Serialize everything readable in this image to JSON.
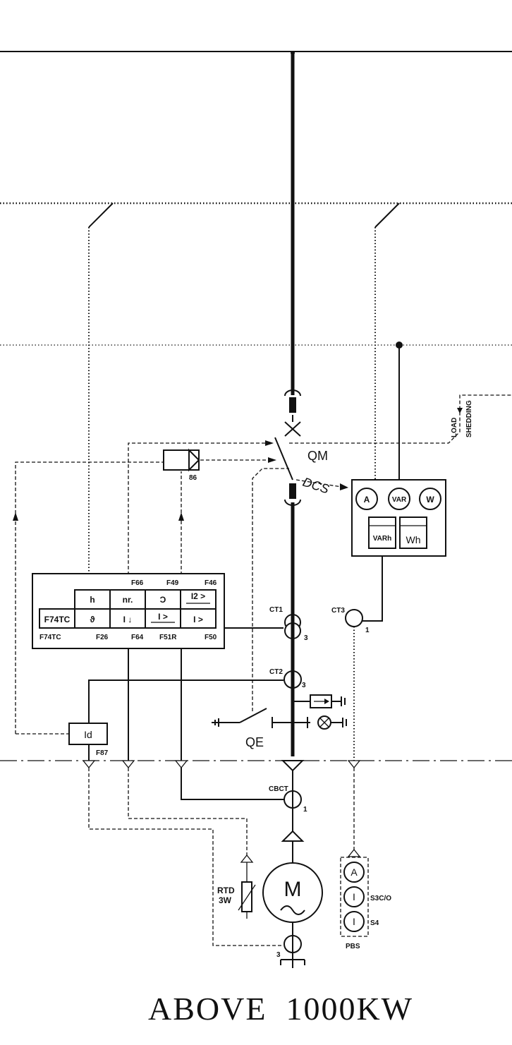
{
  "labels": {
    "qm": "QM",
    "dcs": "DCS",
    "relay_86": "86",
    "load_shedding_line1": "LOAD",
    "load_shedding_line2": "SHEDDING",
    "meter_a": "A",
    "meter_var": "VAR",
    "meter_w": "W",
    "meter_varh": "VARh",
    "meter_wh": "Wh",
    "ct1": "CT1",
    "ct1_count": "3",
    "ct2": "CT2",
    "ct2_count": "3",
    "ct3": "CT3",
    "ct3_count": "1",
    "cbct": "CBCT",
    "cbct_count": "1",
    "qe": "QE",
    "id_relay": "Id",
    "f87": "F87",
    "rtd_line1": "RTD",
    "rtd_line2": "3W",
    "motor": "M",
    "motor_ct_count": "3",
    "pbs": "PBS",
    "pbs_a": "A",
    "pbs_i1": "I",
    "pbs_i2": "I",
    "s3co": "S3C/O",
    "s4": "S4"
  },
  "relay_panel": {
    "top_labels": [
      "F66",
      "F49",
      "F46"
    ],
    "row1": [
      "h",
      "nr.",
      "Ɔ",
      "I2 >"
    ],
    "row2_left": "F74TC",
    "row2": [
      "ϑ",
      "I ↓",
      "I >",
      "I >"
    ],
    "bottom_labels": [
      "F74TC",
      "F26",
      "F64",
      "F51R",
      "F50"
    ]
  },
  "title": "ABOVE  1000KW"
}
